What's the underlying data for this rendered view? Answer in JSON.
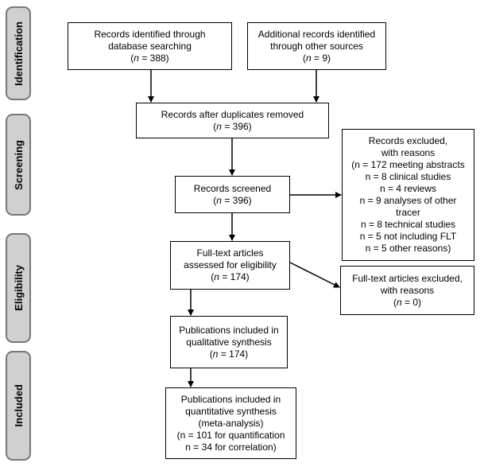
{
  "stages": {
    "identification": "Identification",
    "screening": "Screening",
    "eligibility": "Eligibility",
    "included": "Included"
  },
  "n_symbol": "n",
  "boxes": {
    "database": {
      "lines": [
        "Records identified through",
        "database searching"
      ],
      "count": " = 388)"
    },
    "other_sources": {
      "lines": [
        "Additional records identified",
        "through other sources"
      ],
      "count": " = 9)"
    },
    "after_duplicates": {
      "lines": [
        "Records after duplicates removed"
      ],
      "count": " = 396)"
    },
    "screened": {
      "lines": [
        "Records screened"
      ],
      "count": " = 396)"
    },
    "excluded": {
      "lines": [
        "Records excluded,",
        "with reasons",
        "(n = 172 meeting abstracts",
        "n = 8 clinical studies",
        "n = 4 reviews",
        "n = 9 analyses of other",
        "tracer",
        "n = 8 technical studies",
        "n = 5 not including FLT",
        "n = 5 other reasons)"
      ]
    },
    "full_text": {
      "lines": [
        "Full-text articles",
        "assessed for eligibility"
      ],
      "count": " = 174)"
    },
    "full_text_excluded": {
      "lines": [
        "Full-text articles excluded,",
        "with reasons"
      ],
      "count": " = 0)"
    },
    "qualitative": {
      "lines": [
        "Publications included in",
        "qualitative synthesis"
      ],
      "count": " = 174)"
    },
    "quantitative": {
      "lines": [
        "Publications included in",
        "quantitative synthesis",
        "(meta-analysis)",
        "(n = 101 for quantification",
        "n = 34 for correlation)"
      ]
    }
  }
}
